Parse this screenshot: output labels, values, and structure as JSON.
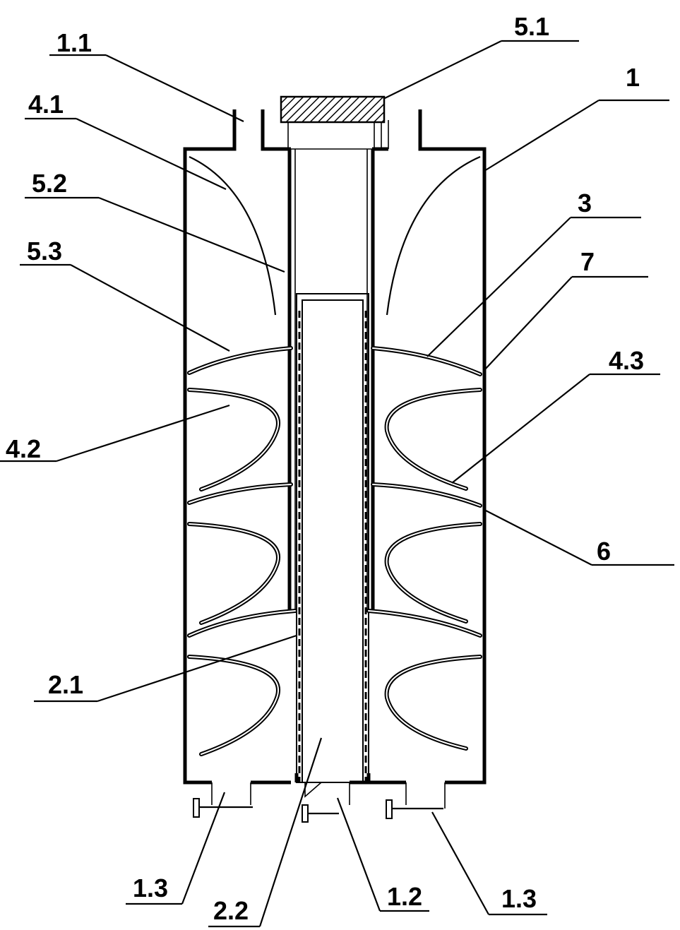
{
  "diagram": {
    "labels": {
      "l_1_1": "1.1",
      "l_5_1": "5.1",
      "l_1": "1",
      "l_4_1": "4.1",
      "l_5_2": "5.2",
      "l_3": "3",
      "l_5_3": "5.3",
      "l_7": "7",
      "l_4_3": "4.3",
      "l_4_2": "4.2",
      "l_6": "6",
      "l_2_1": "2.1",
      "l_1_3_left": "1.3",
      "l_2_2": "2.2",
      "l_1_2": "1.2",
      "l_1_3_right": "1.3"
    }
  }
}
